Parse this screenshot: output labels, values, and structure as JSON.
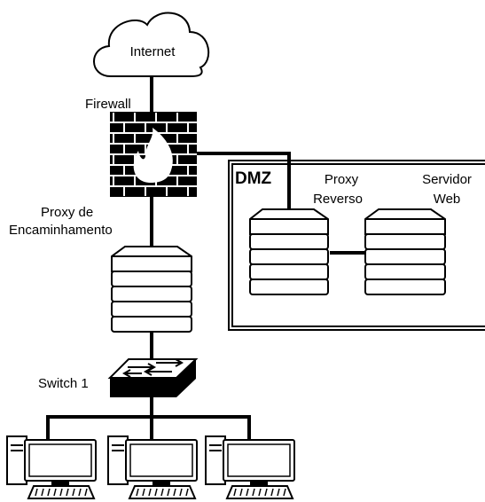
{
  "nodes": {
    "internet": "Internet",
    "firewall": "Firewall",
    "forward_proxy": [
      "Proxy de",
      "Encaminhamento"
    ],
    "dmz": "DMZ",
    "reverse_proxy": [
      "Proxy",
      "Reverso"
    ],
    "web_server": [
      "Servidor",
      "Web"
    ],
    "switch": "Switch 1"
  },
  "client_count": 3,
  "colors": {
    "stroke": "#000000",
    "fill": "#ffffff"
  }
}
